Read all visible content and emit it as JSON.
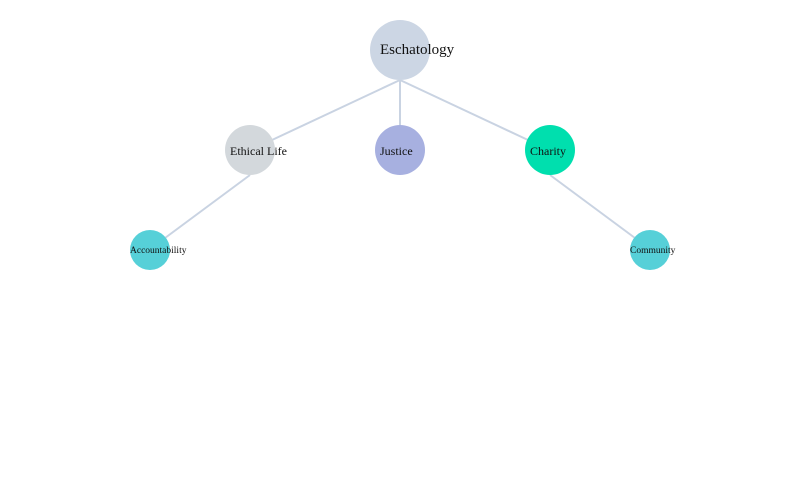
{
  "diagram": {
    "root": {
      "label": "Eschatology",
      "color": "#ccd6e4"
    },
    "children": [
      {
        "label": "Ethical Life",
        "color": "#d3d8dc",
        "children": [
          {
            "label": "Accountability",
            "color": "#56d0d8"
          }
        ]
      },
      {
        "label": "Justice",
        "color": "#a7b0e0",
        "children": []
      },
      {
        "label": "Charity",
        "color": "#00dfae",
        "children": [
          {
            "label": "Community",
            "color": "#56d0d8"
          }
        ]
      }
    ]
  }
}
